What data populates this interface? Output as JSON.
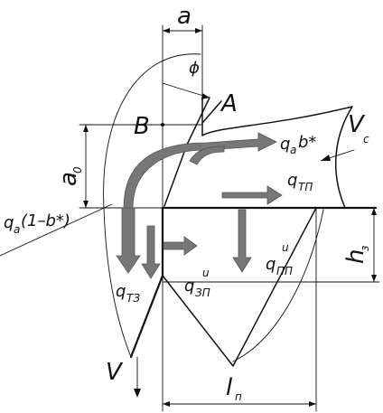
{
  "labels": {
    "a": "a",
    "phi": "ϕ",
    "A": "A",
    "B": "B",
    "a0_main": "a",
    "a0_sub": "0",
    "Vc_main": "V",
    "Vc_sub": "c",
    "qab_main": "q",
    "qab_sub": "a",
    "qab_rest": "b*",
    "qtp_main": "q",
    "qtp_sub": "TП",
    "qa1b_main": "q",
    "qa1b_sub": "a",
    "qa1b_rest": "(1–b*)",
    "qpp_main": "q",
    "qpp_sub": "ПП",
    "qpp_sup": "u",
    "h3_main": "h",
    "h3_sub": "з",
    "qt3_main": "q",
    "qt3_sub": "TЗ",
    "q3p_main": "q",
    "q3p_sub": "ЗП",
    "q3p_sup": "u",
    "V": "V",
    "ln_main": "l",
    "ln_sub": "п"
  }
}
